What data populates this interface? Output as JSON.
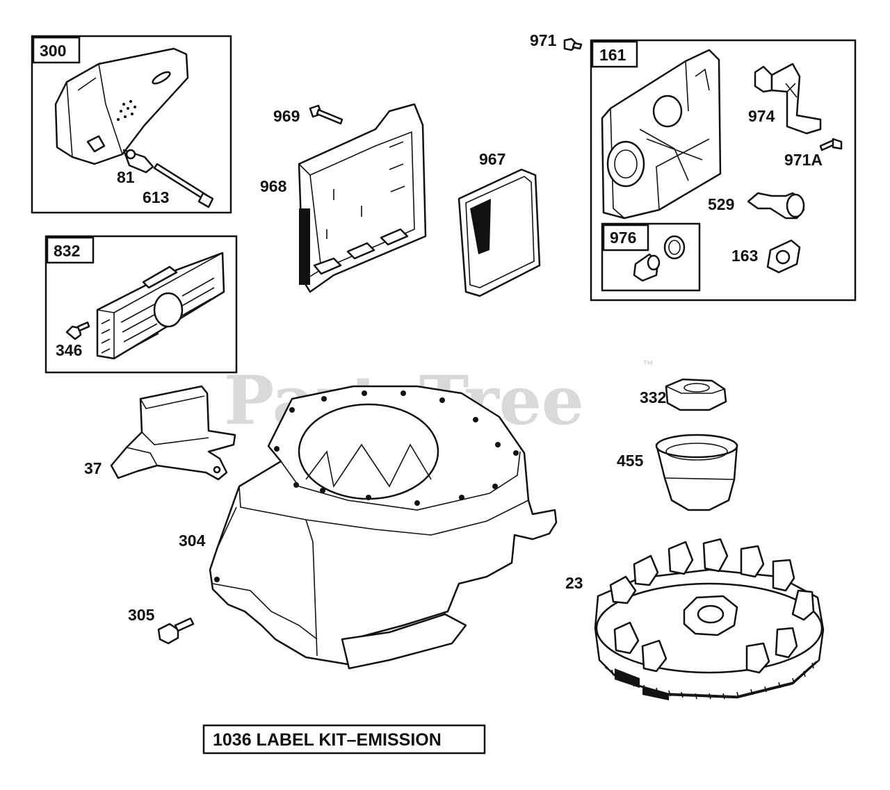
{
  "watermark": {
    "text": "PartsTree",
    "trademark": "™"
  },
  "kit_label": "1036 LABEL KIT–EMISSION",
  "boxes": {
    "box_300": "300",
    "box_832": "832",
    "box_161": "161",
    "box_976": "976"
  },
  "callouts": {
    "c81": "81",
    "c613": "613",
    "c346": "346",
    "c969": "969",
    "c968": "968",
    "c967": "967",
    "c971": "971",
    "c974": "974",
    "c971a": "971A",
    "c529": "529",
    "c163": "163",
    "c332": "332",
    "c455": "455",
    "c37": "37",
    "c304": "304",
    "c305": "305",
    "c23": "23"
  }
}
